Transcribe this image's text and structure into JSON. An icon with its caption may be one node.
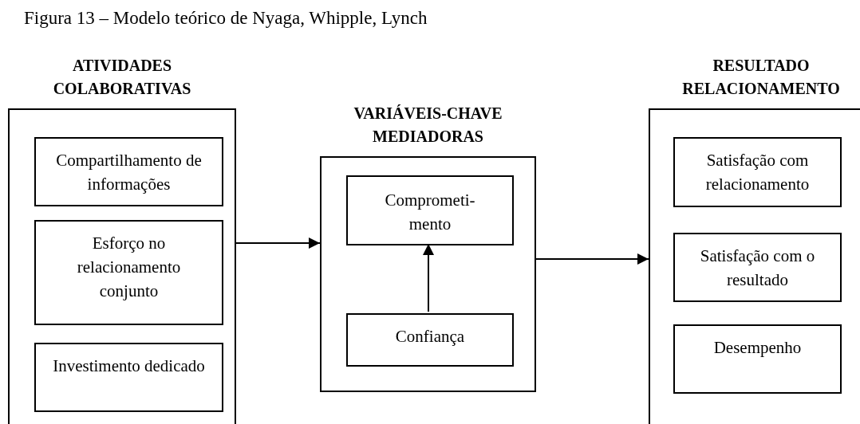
{
  "diagram": {
    "title": "Figura 13 – Modelo teórico de Nyaga, Whipple, Lynch",
    "nodes": [
      {
        "text": [
          "ATIVIDADES COLABORATIVAS"
        ]
      },
      {
        "text": [
          "Compartilhamento de informações"
        ],
        "in": 0
      },
      {
        "text": [
          "Esforço no relacionamento conjunto"
        ],
        "in": 0
      },
      {
        "text": [
          "Investimento dedicado"
        ],
        "in": 0
      },
      {
        "text": [
          "VARIÁVEIS-CHAVE MEDIADORAS"
        ]
      },
      {
        "text": [
          "Comprometi- mento"
        ],
        "in": 4
      },
      {
        "text": [
          "Confiança"
        ],
        "in": 4
      },
      {
        "text": [
          "RESULTADO RELACIONAMENTO"
        ]
      },
      {
        "text": [
          "Satisfação com relacionamento"
        ],
        "in": 7
      },
      {
        "text": [
          "Satisfação com o resultado"
        ],
        "in": 7
      },
      {
        "text": [
          "Desempenho"
        ],
        "in": 7
      }
    ],
    "edges": [
      {
        "from": 0,
        "to": 4,
        "arrow": "to"
      },
      {
        "from": 6,
        "to": 5,
        "arrow": "to"
      },
      {
        "from": 4,
        "to": 7,
        "arrow": "to"
      }
    ]
  }
}
